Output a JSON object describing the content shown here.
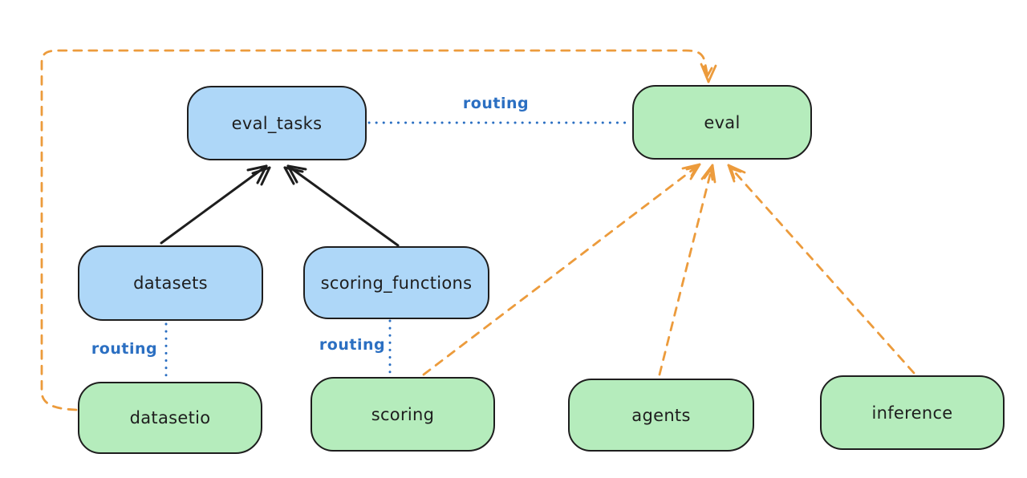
{
  "diagram": {
    "type": "component-routing-diagram",
    "background": "#ffffff",
    "colors": {
      "node_stroke": "#1e1e1e",
      "api_node_fill": "#aed7f8",
      "provider_node_fill": "#b5ecbc",
      "routing_line": "#2b6fc2",
      "dependency_arrow": "#1e1e1e",
      "provider_arrow": "#ec9b3c"
    },
    "nodes": {
      "eval_tasks": {
        "label": "eval_tasks",
        "fill": "blue"
      },
      "eval": {
        "label": "eval",
        "fill": "green"
      },
      "datasets": {
        "label": "datasets",
        "fill": "blue"
      },
      "scoring_functions": {
        "label": "scoring_functions",
        "fill": "blue"
      },
      "datasetio": {
        "label": "datasetio",
        "fill": "green"
      },
      "scoring": {
        "label": "scoring",
        "fill": "green"
      },
      "agents": {
        "label": "agents",
        "fill": "green"
      },
      "inference": {
        "label": "inference",
        "fill": "green"
      }
    },
    "labels": {
      "routing": "routing"
    },
    "edges": [
      {
        "from": "datasets",
        "to": "eval_tasks",
        "style": "solid-arrow",
        "color": "#1e1e1e"
      },
      {
        "from": "scoring_functions",
        "to": "eval_tasks",
        "style": "solid-arrow",
        "color": "#1e1e1e"
      },
      {
        "from": "eval_tasks",
        "to": "eval",
        "style": "dotted-line",
        "label": "routing",
        "color": "#2b6fc2"
      },
      {
        "from": "datasets",
        "to": "datasetio",
        "style": "dotted-line",
        "label": "routing",
        "color": "#2b6fc2"
      },
      {
        "from": "scoring_functions",
        "to": "scoring",
        "style": "dotted-line",
        "label": "routing",
        "color": "#2b6fc2"
      },
      {
        "from": "datasetio",
        "to": "eval",
        "style": "dashed-arrow",
        "color": "#ec9b3c"
      },
      {
        "from": "scoring",
        "to": "eval",
        "style": "dashed-arrow",
        "color": "#ec9b3c"
      },
      {
        "from": "agents",
        "to": "eval",
        "style": "dashed-arrow",
        "color": "#ec9b3c"
      },
      {
        "from": "inference",
        "to": "eval",
        "style": "dashed-arrow",
        "color": "#ec9b3c"
      }
    ]
  }
}
